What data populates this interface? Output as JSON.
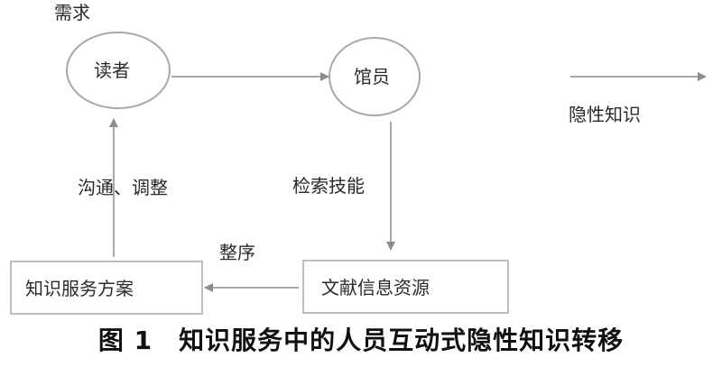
{
  "diagram": {
    "nodes": {
      "reader": "读者",
      "librarian": "馆员",
      "resources": "文献信息资源",
      "plan": "知识服务方案"
    },
    "edge_labels": {
      "demand": "需求",
      "retrieval": "检索技能",
      "organize": "整序",
      "communicate": "沟通、调整"
    },
    "legend": {
      "label": "隐性知识"
    }
  },
  "caption": "图 1　知识服务中的人员互动式隐性知识转移",
  "colors": {
    "stroke": "#8c8c8c",
    "text": "#2a2a2a",
    "caption": "#111111"
  }
}
